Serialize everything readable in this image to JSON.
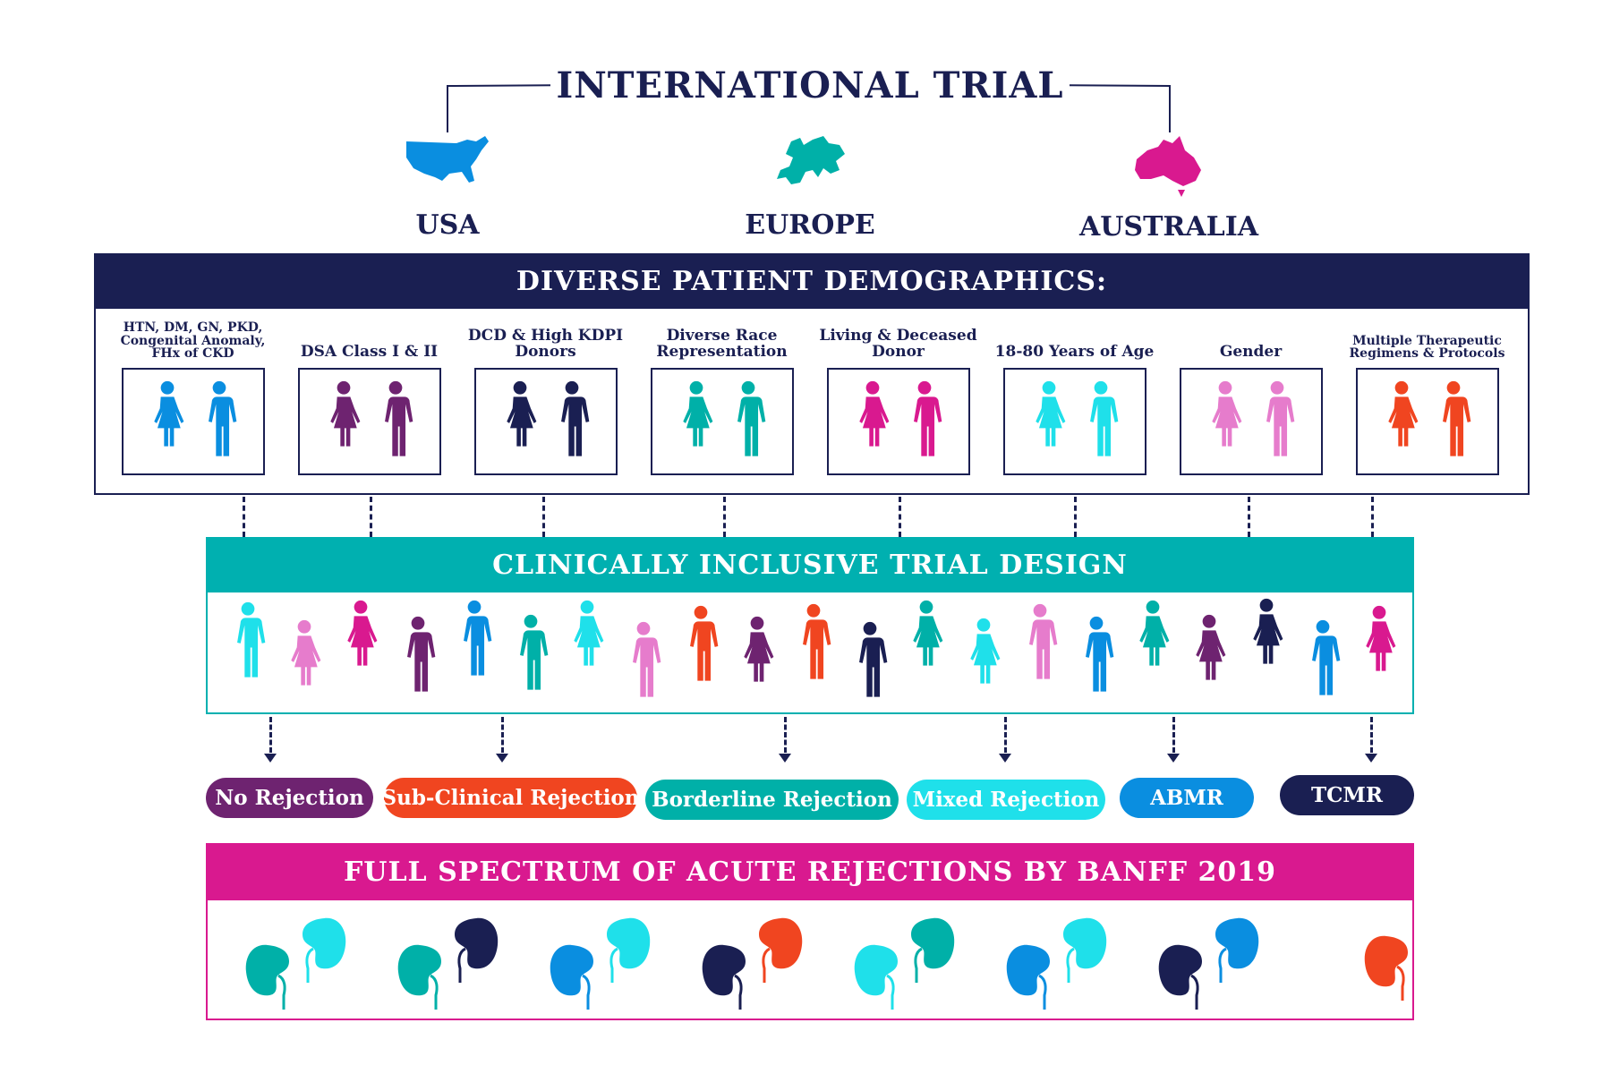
{
  "title": "INTERNATIONAL TRIAL",
  "regions": [
    {
      "label": "USA",
      "icon": "usa-map-icon",
      "color": "#0a8ee0"
    },
    {
      "label": "EUROPE",
      "icon": "europe-map-icon",
      "color": "#00b0b0"
    },
    {
      "label": "AUSTRALIA",
      "icon": "australia-map-icon",
      "color": "#d9198f"
    }
  ],
  "demographics": {
    "header": "DIVERSE PATIENT DEMOGRAPHICS:",
    "items": [
      {
        "label": "HTN,  DM, GN, PKD, Congenital Anomaly, FHx of CKD",
        "color": "#0a8ee0"
      },
      {
        "label": "DSA Class I & II",
        "color": "#6e2370"
      },
      {
        "label": "DCD & High KDPI Donors",
        "color": "#1a1f52"
      },
      {
        "label": "Diverse Race Representation",
        "color": "#00b0a8"
      },
      {
        "label": "Living & Deceased Donor",
        "color": "#d9198f"
      },
      {
        "label": "18-80 Years of Age",
        "color": "#1fe0ea"
      },
      {
        "label": "Gender",
        "color": "#e67ccc"
      },
      {
        "label": "Multiple Therapeutic Regimens & Protocols",
        "color": "#f04520"
      }
    ]
  },
  "trial_design": {
    "header": "CLINICALLY INCLUSIVE TRIAL DESIGN",
    "people": [
      {
        "type": "man",
        "color": "#1fe0ea"
      },
      {
        "type": "woman",
        "color": "#e67ccc"
      },
      {
        "type": "woman",
        "color": "#d9198f"
      },
      {
        "type": "man",
        "color": "#6e2370"
      },
      {
        "type": "man",
        "color": "#0a8ee0"
      },
      {
        "type": "man",
        "color": "#00b0a8"
      },
      {
        "type": "woman",
        "color": "#1fe0ea"
      },
      {
        "type": "man",
        "color": "#e67ccc"
      },
      {
        "type": "man",
        "color": "#f04520"
      },
      {
        "type": "woman",
        "color": "#6e2370"
      },
      {
        "type": "man",
        "color": "#f04520"
      },
      {
        "type": "man",
        "color": "#1a1f52"
      },
      {
        "type": "woman",
        "color": "#00b0a8"
      },
      {
        "type": "woman",
        "color": "#1fe0ea"
      },
      {
        "type": "man",
        "color": "#e67ccc"
      },
      {
        "type": "man",
        "color": "#0a8ee0"
      },
      {
        "type": "woman",
        "color": "#00b0a8"
      },
      {
        "type": "woman",
        "color": "#6e2370"
      },
      {
        "type": "woman",
        "color": "#1a1f52"
      },
      {
        "type": "man",
        "color": "#0a8ee0"
      },
      {
        "type": "woman",
        "color": "#d9198f"
      }
    ]
  },
  "rejections": [
    {
      "label": "No Rejection",
      "color": "#6e2370"
    },
    {
      "label": "Sub-Clinical Rejection",
      "color": "#f04520"
    },
    {
      "label": "Borderline Rejection",
      "color": "#00b0a8"
    },
    {
      "label": "Mixed Rejection",
      "color": "#1fe0ea"
    },
    {
      "label": "ABMR",
      "color": "#0a8ee0"
    },
    {
      "label": "TCMR",
      "color": "#1a1f52"
    }
  ],
  "banff": {
    "header": "FULL SPECTRUM OF ACUTE REJECTIONS BY BANFF 2019",
    "kidney_pairs": [
      [
        "#00b0a8",
        "#1fe0ea"
      ],
      [
        "#00b0a8",
        "#1a1f52"
      ],
      [
        "#0a8ee0",
        "#1fe0ea"
      ],
      [
        "#1a1f52",
        "#f04520"
      ],
      [
        "#1fe0ea",
        "#00b0a8"
      ],
      [
        "#0a8ee0",
        "#1fe0ea"
      ],
      [
        "#1a1f52",
        "#0a8ee0"
      ],
      [
        "#f04520"
      ]
    ]
  },
  "colors": {
    "navy": "#1a1f52",
    "teal": "#00b0b0",
    "magenta": "#d9198f"
  }
}
